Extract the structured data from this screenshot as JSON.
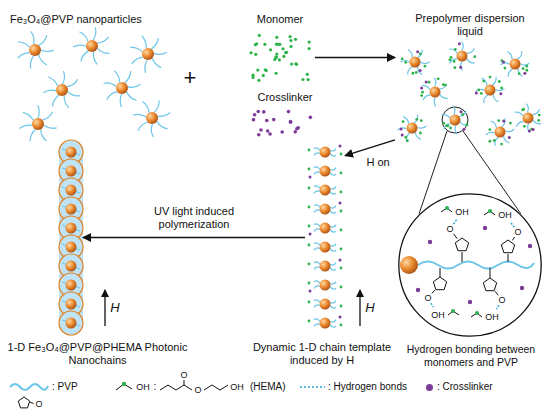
{
  "diagram": {
    "nodes": [
      {
        "text": [
          "Fe₃O₄@PVP nanoparticles"
        ]
      },
      {
        "text": [
          "Monomer"
        ]
      },
      {
        "text": [
          "Crosslinker"
        ]
      },
      {
        "text": [
          "Prepolymer dispersion liquid"
        ]
      },
      {
        "text": [
          "Hydrogen bonding between monomers and PVP"
        ]
      },
      {
        "text": [
          "Dynamic 1-D chain template induced by H"
        ]
      },
      {
        "text": [
          "1-D Fe₃O₄@PVP@PHEMA Photonic Nanochains"
        ]
      }
    ],
    "edges": [
      {
        "from": 1,
        "to": 3,
        "arrow": "to"
      },
      {
        "from": 3,
        "to": 5,
        "label": "H on",
        "arrow": "to"
      },
      {
        "from": 5,
        "to": 6,
        "label": "UV light induced polymerization",
        "arrow": "to"
      }
    ],
    "labels": [
      "+",
      "H",
      "H",
      "O",
      "O",
      "O",
      "O",
      "OH",
      "OH",
      "OH",
      "OH",
      ":",
      "OH",
      "O",
      "O",
      "OH",
      "O"
    ],
    "legend": [
      {
        "text": ": PVP"
      },
      {
        "text": "(HEMA)"
      },
      {
        "text": ": Hydrogen bonds"
      },
      {
        "text": ": Crosslinker",
        "color": "#7d3c98"
      }
    ]
  }
}
